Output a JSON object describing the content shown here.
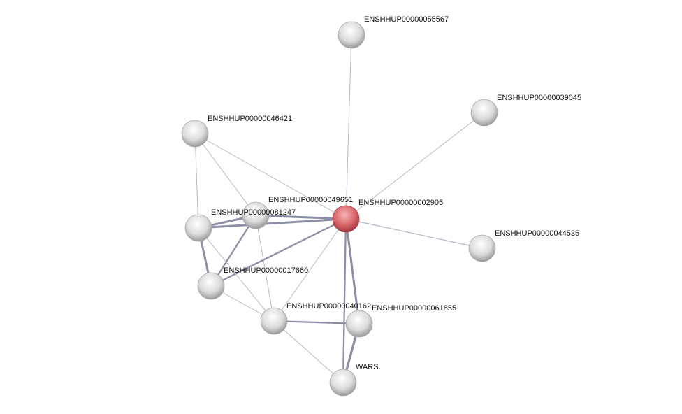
{
  "network": {
    "nodes": [
      {
        "id": "A",
        "label": "ENSHHUP00000055567",
        "color": "#d8d8d8"
      },
      {
        "id": "B",
        "label": "ENSHHUP00000039045",
        "color": "#d8d8d8"
      },
      {
        "id": "C",
        "label": "ENSHHUP00000046421",
        "color": "#d8d8d8"
      },
      {
        "id": "D",
        "label": "ENSHHUP00000081247",
        "color": "#d8d8d8"
      },
      {
        "id": "E",
        "label": "ENSHHUP00000049651",
        "color": "#d8d8d8"
      },
      {
        "id": "F",
        "label": "ENSHHUP00000002905",
        "color": "#d9666b",
        "query": true
      },
      {
        "id": "G",
        "label": "ENSHHUP00000044535",
        "color": "#d8d8d8"
      },
      {
        "id": "H",
        "label": "ENSHHUP00000017660",
        "color": "#d8d8d8"
      },
      {
        "id": "I",
        "label": "ENSHHUP00000040162",
        "color": "#d8d8d8"
      },
      {
        "id": "J",
        "label": "ENSHHUP00000061855",
        "color": "#d8d8d8"
      },
      {
        "id": "K",
        "label": "WARS",
        "color": "#d8d8d8"
      }
    ],
    "edges": [
      {
        "s": "F",
        "t": "A",
        "w": 1
      },
      {
        "s": "F",
        "t": "B",
        "w": 1
      },
      {
        "s": "F",
        "t": "C",
        "w": 1
      },
      {
        "s": "F",
        "t": "G",
        "w": 1.3
      },
      {
        "s": "F",
        "t": "E",
        "w": 3
      },
      {
        "s": "F",
        "t": "D",
        "w": 3
      },
      {
        "s": "F",
        "t": "H",
        "w": 2.3
      },
      {
        "s": "F",
        "t": "I",
        "w": 1
      },
      {
        "s": "F",
        "t": "J",
        "w": 3
      },
      {
        "s": "F",
        "t": "K",
        "w": 2.3
      },
      {
        "s": "C",
        "t": "D",
        "w": 1
      },
      {
        "s": "C",
        "t": "E",
        "w": 1
      },
      {
        "s": "D",
        "t": "E",
        "w": 3
      },
      {
        "s": "D",
        "t": "H",
        "w": 3
      },
      {
        "s": "D",
        "t": "I",
        "w": 1
      },
      {
        "s": "E",
        "t": "H",
        "w": 2.3
      },
      {
        "s": "E",
        "t": "I",
        "w": 1
      },
      {
        "s": "H",
        "t": "I",
        "w": 1
      },
      {
        "s": "I",
        "t": "J",
        "w": 2.3
      },
      {
        "s": "I",
        "t": "K",
        "w": 1
      },
      {
        "s": "J",
        "t": "K",
        "w": 3.3
      }
    ]
  }
}
